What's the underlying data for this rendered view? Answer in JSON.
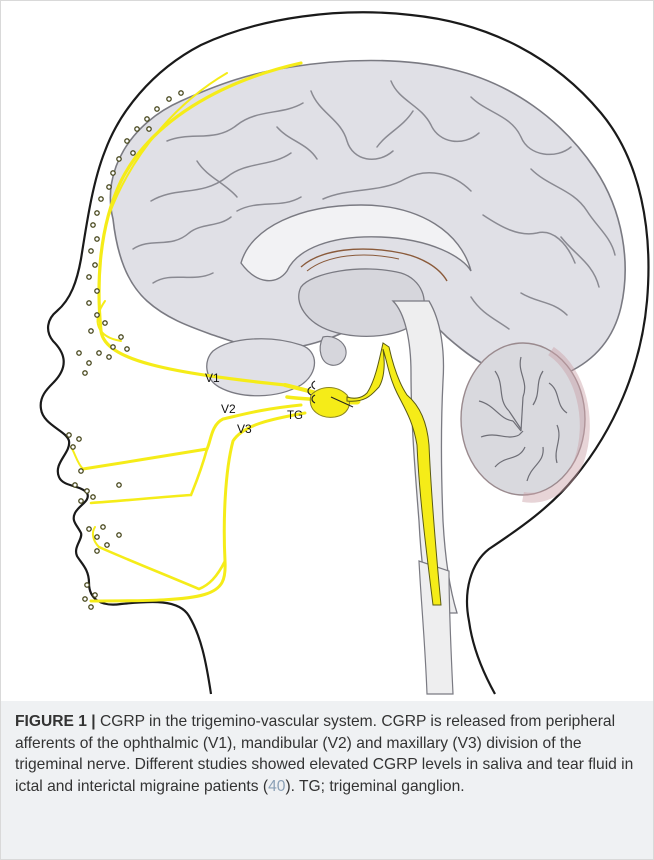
{
  "figure": {
    "labels": {
      "v1": "V1",
      "v2": "V2",
      "v3": "V3",
      "tg": "TG"
    },
    "colors": {
      "nerve": "#f5ec18",
      "brain": "#e0e0e6",
      "brain_outline": "#7a7a82",
      "cerebellum_tint": "#c9a0a6",
      "head_outline": "#1a1a1a"
    }
  },
  "caption": {
    "label": "FIGURE 1 |",
    "text_before": " CGRP in the trigemino-vascular system. CGRP is released from peripheral afferents of the ophthalmic (V1), mandibular (V2) and maxillary (V3) division of the trigeminal nerve. Different studies showed elevated CGRP levels in saliva and tear fluid in ictal and interictal migraine patients (",
    "citation": "40",
    "text_after": "). TG; trigeminal ganglion."
  }
}
